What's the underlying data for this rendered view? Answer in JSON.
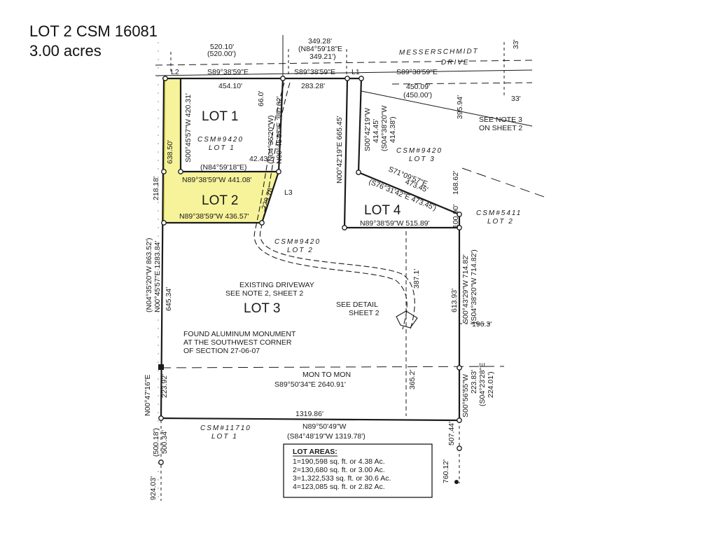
{
  "title": {
    "line1": "LOT 2 CSM 16081",
    "line2": "3.00 acres"
  },
  "colors": {
    "highlight": "#f7f39a",
    "highlight_stroke": "#c7c21a",
    "line": "#1a1a1a"
  },
  "lots": {
    "lot1": "LOT 1",
    "lot2": "LOT 2",
    "lot3": "LOT 3",
    "lot4": "LOT 4"
  },
  "road": {
    "name1": "MESSERSCHMIDT",
    "name2": "DRIVE",
    "width_top": "33'",
    "width_bottom": "33'"
  },
  "csm": {
    "c9420_lot1_a": "CSM#9420",
    "c9420_lot1_b": "LOT 1",
    "c9420_lot3_a": "CSM#9420",
    "c9420_lot3_b": "LOT 3",
    "c9420_lot2_a": "CSM#9420",
    "c9420_lot2_b": "LOT 2",
    "c5411_a": "CSM#5411",
    "c5411_b": "LOT 2",
    "c11710_a": "CSM#11710",
    "c11710_b": "LOT 1"
  },
  "labels": {
    "l2": "L2",
    "l1": "L1",
    "l3": "L3",
    "top_dim1": "520.10'",
    "top_dim1b": "(520.00')",
    "top_dim2": "349.28'",
    "top_dim2b": "(N84°59'18\"E",
    "top_dim2c": "349.21')",
    "brg_top_left": "S89°38'59\"E",
    "brg_top_mid": "S89°38'59\"E",
    "brg_top_right": "S89°38'59\"E",
    "dist_454": "454.10'",
    "dist_283": "283.28'",
    "dist_450a": "450.09'",
    "dist_450b": "(450.00')",
    "dist_395": "395.94'",
    "dist_66": "66.0'",
    "brg_420": "S00°45'57\"W 420.31'",
    "dist_638": "638.50'",
    "brg_380a": "(N04°35'20\"W)",
    "brg_380b": "N00°45'57\"E 380.02'",
    "dist_42": "42.43'",
    "brg_n84": "(N84°59'18\"E)",
    "brg_441": "N89°38'59\"W 441.08'",
    "dist_218": "218.18'",
    "dist_229": "229.78'",
    "brg_436": "N89°38'59\"W 436.57'",
    "brg_665": "N00°42'19\"E 665.45'",
    "brg_414a": "S00°42'19\"W",
    "brg_414b": "414.45'",
    "brg_414c": "(S04°38'20\"W",
    "brg_414d": "414.38')",
    "note3a": "SEE NOTE 3",
    "note3b": "ON SHEET 2",
    "brg_473a": "S71°09'57\"E",
    "brg_473b": "473.45'",
    "brg_473c": "(S76°31'42\"E 473.45')",
    "dist_168": "168.62'",
    "dist_100": "100.90'",
    "brg_515": "N89°38'59\"W 515.89'",
    "brg_863a": "(N04°35'20\"W 863.52')",
    "brg_863b": "N00°45'57\"E 1283.84'",
    "dist_645": "645.34'",
    "driveway1": "EXISTING DRIVEWAY",
    "driveway2": "SEE NOTE 2, SHEET 2",
    "dist_387": "387.1'",
    "detail1": "SEE DETAIL",
    "detail2": "SHEET 2",
    "brg_714a": "S00°43'29\"W 714.82'",
    "brg_714b": "(S04°38'20\"W 714.82')",
    "dist_613": "613.93'",
    "dist_196": "196.3'",
    "mon1": "FOUND ALUMINUM MONUMENT",
    "mon2": "AT THE SOUTHWEST CORNER",
    "mon3": "OF SECTION 27-06-07",
    "mon_to_mon": "MON TO MON",
    "brg_2640": "S89°50'34\"E 2640.91'",
    "dist_365": "365.2'",
    "brg_223a": "N00°47'16\"E",
    "brg_223b": "223.92'",
    "brg_223c": "S00°56'55\"W",
    "brg_223d": "223.83'",
    "brg_223e": "(S04°23'28\"E",
    "brg_223f": "224.01')",
    "dist_1319": "1319.86'",
    "brg_1319a": "N89°50'49\"W",
    "brg_1319b": "(S84°48'19\"W 1319.78')",
    "dist_500a": "(500.18')",
    "dist_500b": "500.34'",
    "dist_924": "924.03'",
    "dist_507": "507.44'",
    "dist_760": "760.12'"
  },
  "lot_areas": {
    "heading": "LOT AREAS:",
    "row1": "1=190,598 sq. ft. or 4.38 Ac.",
    "row2": "2=130,680 sq. ft. or 3.00 Ac.",
    "row3": "3=1,322,533 sq. ft. or 30.6 Ac.",
    "row4": "4=123,085 sq. ft. or 2.82 Ac."
  }
}
